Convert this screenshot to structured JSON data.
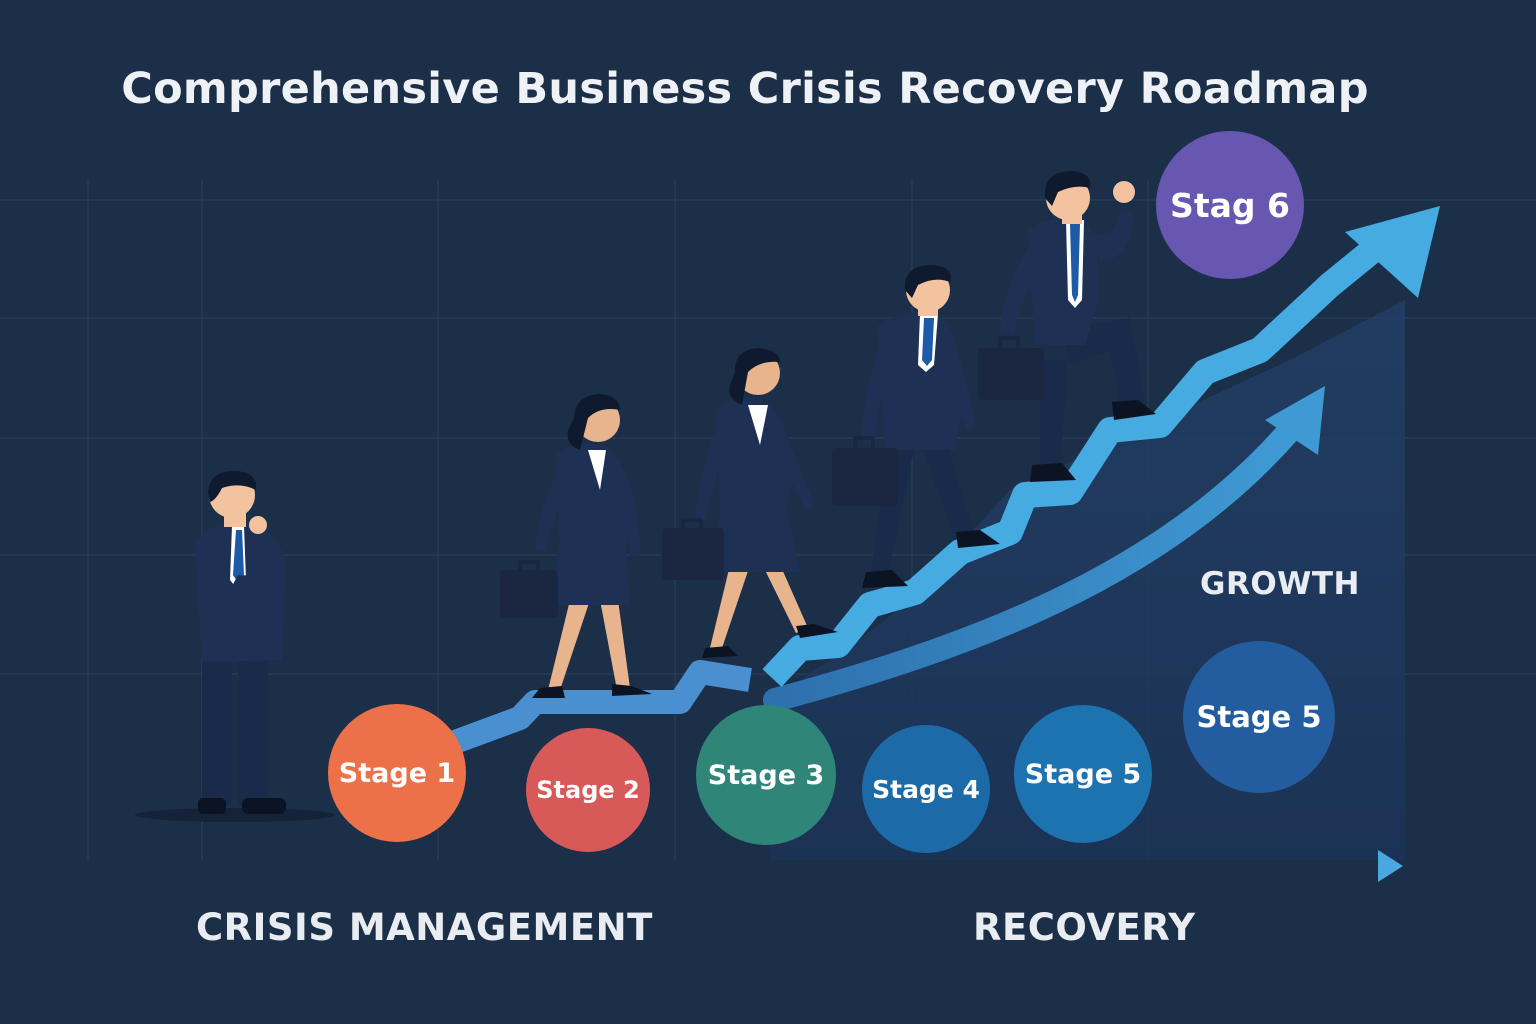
{
  "title": "Comprehensive Business Crisis Recovery Roadmap",
  "phases": {
    "crisis": "CRISIS MANAGEMENT",
    "recovery": "RECOVERY",
    "growth": "GROWTH"
  },
  "stages": [
    {
      "label": "Stage 1",
      "color": "#ec7048"
    },
    {
      "label": "Stage 2",
      "color": "#d85a58"
    },
    {
      "label": "Stage 3",
      "color": "#2f8577"
    },
    {
      "label": "Stage 4",
      "color": "#1d6aa8"
    },
    {
      "label": "Stage 5",
      "color": "#1d72b0"
    },
    {
      "label": "Stage 5",
      "color": "#235c9f"
    },
    {
      "label": "Stag 6",
      "color": "#6757b0"
    }
  ],
  "colors": {
    "background": "#1c2f48",
    "arrow": "#43a9de",
    "suit": "#1a2a4b"
  },
  "figures": [
    "person-thinking",
    "woman-walking",
    "woman-walking",
    "man-climbing",
    "man-climbing-fist-raised"
  ]
}
